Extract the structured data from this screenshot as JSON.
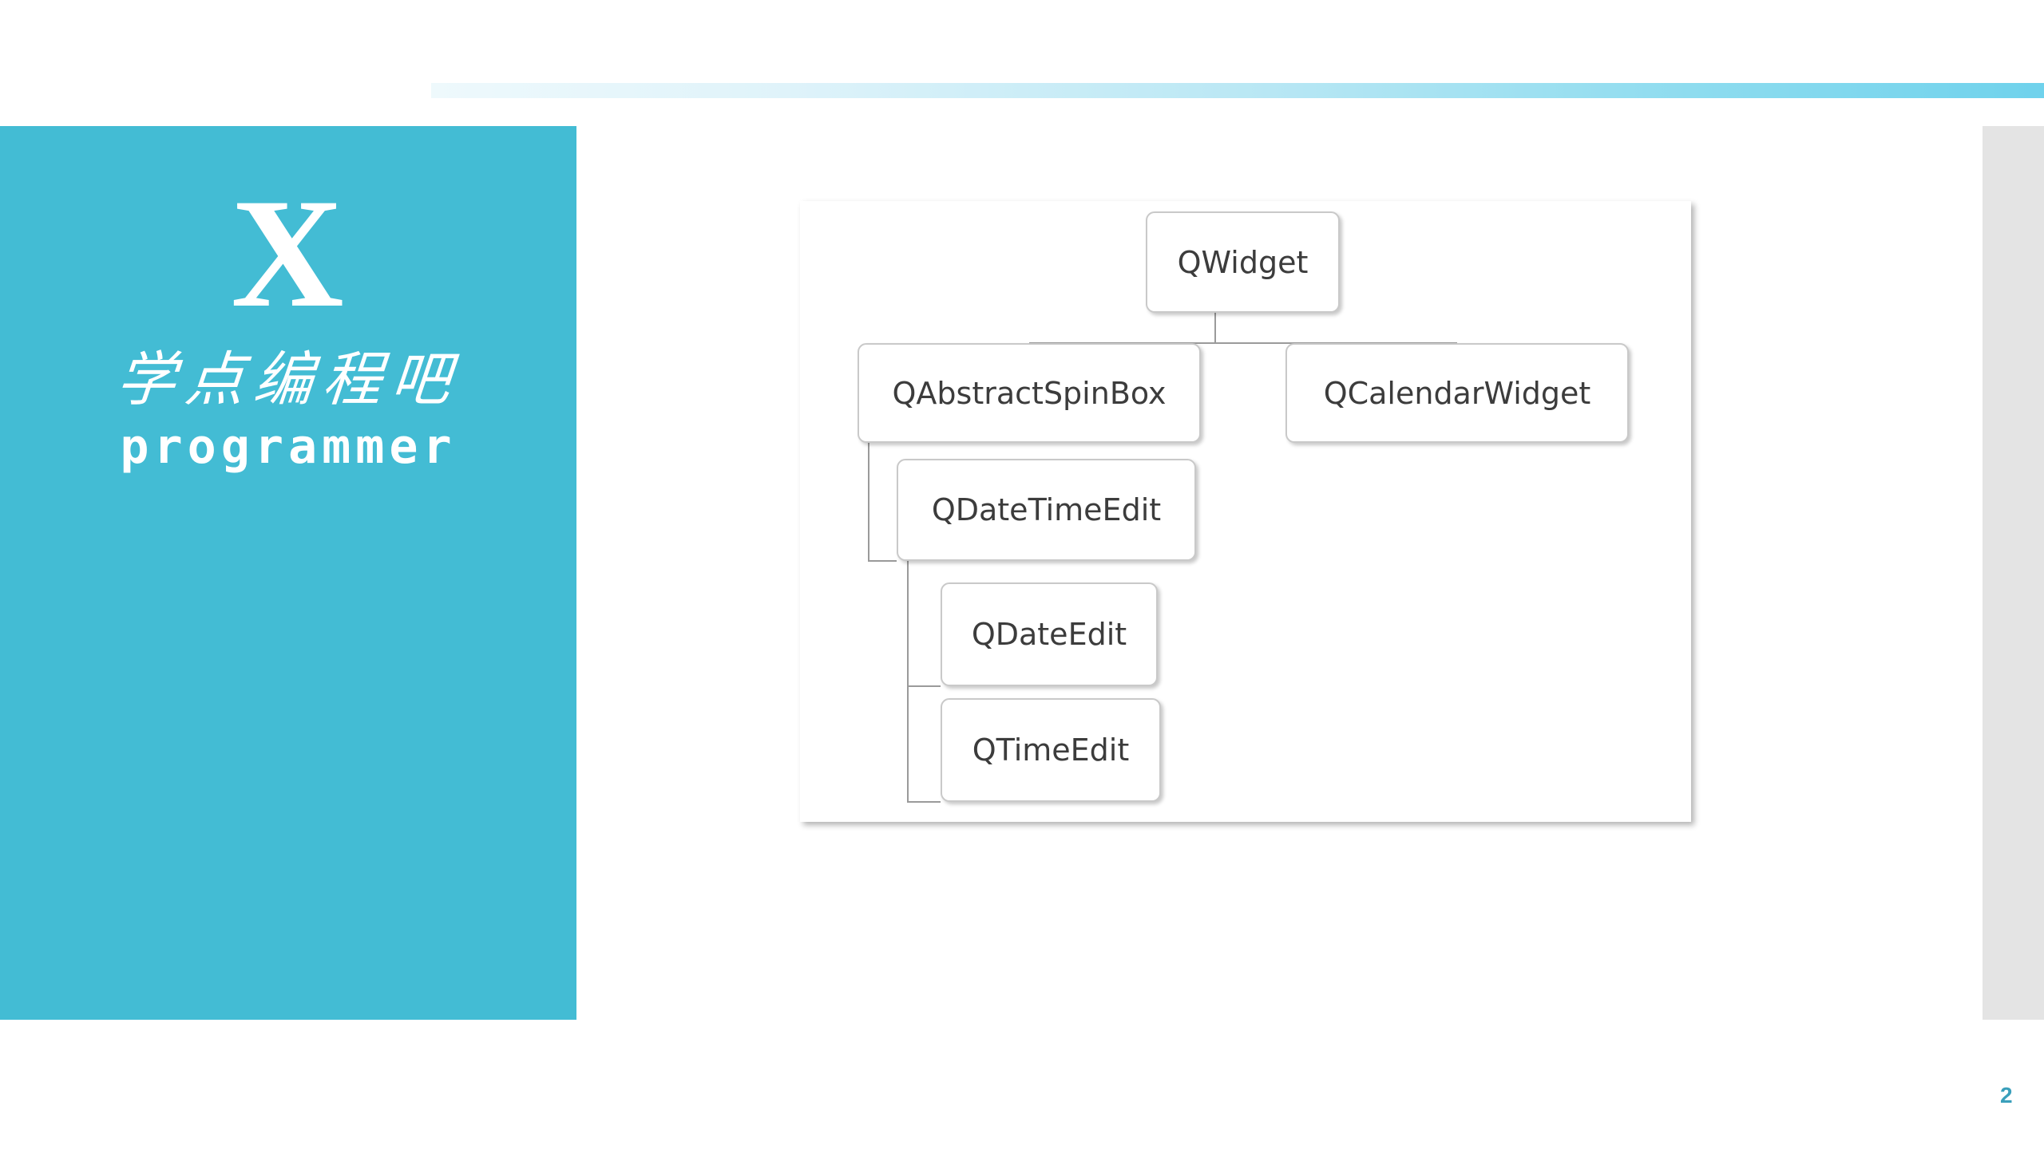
{
  "slide": {
    "background_color": "#ffffff",
    "accent_bar": {
      "name": "top-accent-bar",
      "gradient_from": "#eef9fc",
      "gradient_to": "#6fd2ec"
    },
    "page_number": "2",
    "page_number_color": "#3a9fbb"
  },
  "brand": {
    "panel_color": "#43bcd4",
    "logo_letter": "X",
    "chinese_name": "学点编程吧",
    "english_name": "programmer"
  },
  "right_panel": {
    "color": "#e4e4e4"
  },
  "chart_data": {
    "type": "diagram",
    "diagram_kind": "class-inheritance-tree",
    "title": "",
    "node_fill": "#ffffff",
    "node_border": "#c9c9c9",
    "node_text_color": "#3c3c3c",
    "connector_color": "#9a9a9a",
    "nodes": [
      {
        "id": "QWidget",
        "label": "QWidget",
        "parent": null,
        "depth": 0
      },
      {
        "id": "QAbstractSpinBox",
        "label": "QAbstractSpinBox",
        "parent": "QWidget",
        "depth": 1
      },
      {
        "id": "QCalendarWidget",
        "label": "QCalendarWidget",
        "parent": "QWidget",
        "depth": 1
      },
      {
        "id": "QDateTimeEdit",
        "label": "QDateTimeEdit",
        "parent": "QAbstractSpinBox",
        "depth": 2
      },
      {
        "id": "QDateEdit",
        "label": "QDateEdit",
        "parent": "QDateTimeEdit",
        "depth": 3
      },
      {
        "id": "QTimeEdit",
        "label": "QTimeEdit",
        "parent": "QDateTimeEdit",
        "depth": 3
      }
    ],
    "edges": [
      {
        "from": "QWidget",
        "to": "QAbstractSpinBox"
      },
      {
        "from": "QWidget",
        "to": "QCalendarWidget"
      },
      {
        "from": "QAbstractSpinBox",
        "to": "QDateTimeEdit"
      },
      {
        "from": "QDateTimeEdit",
        "to": "QDateEdit"
      },
      {
        "from": "QDateTimeEdit",
        "to": "QTimeEdit"
      }
    ]
  }
}
